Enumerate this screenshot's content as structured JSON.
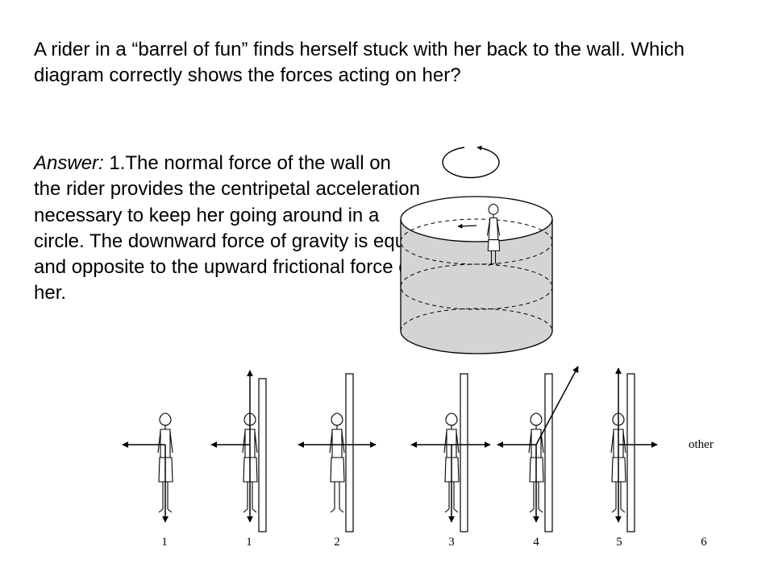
{
  "question": "A rider in a “barrel of fun” finds herself stuck with her back to the wall. Which diagram correctly shows the forces acting on her?",
  "answer": {
    "label": "Answer:",
    "text": " 1.The normal force of the wall on the rider provides the centripetal acceleration necessary to keep her going around in a circle. The downward force of gravity is equal and opposite to the upward frictional force on her."
  },
  "diagram_labels": [
    "1",
    "1",
    "2",
    "3",
    "4",
    "5",
    "6"
  ],
  "other_label": "other",
  "colors": {
    "barrel_fill": "#d4d4d4",
    "ink": "#000000"
  }
}
